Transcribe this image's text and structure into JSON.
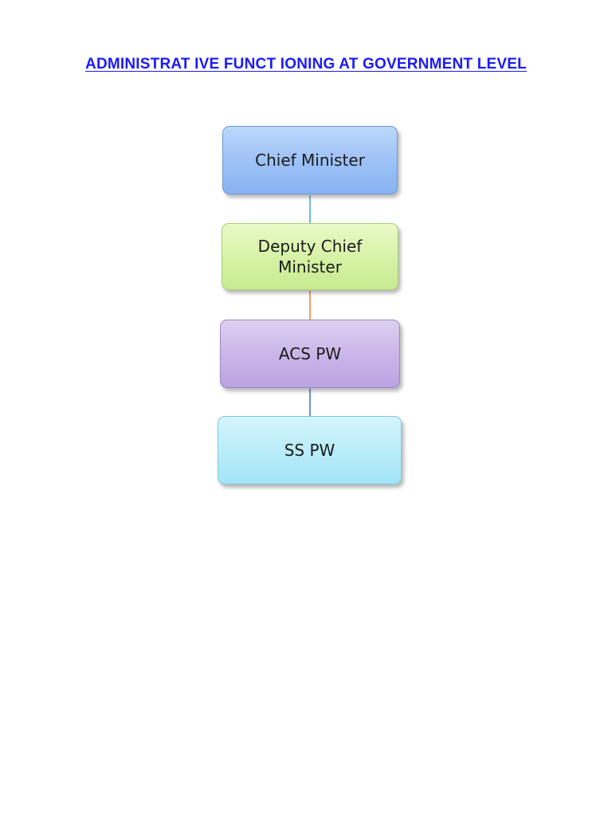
{
  "page": {
    "title": "ADMINISTRAT IVE FUNCT IONING AT GOVERNMENT LEVEL"
  },
  "diagram": {
    "type": "hierarchy",
    "nodes": [
      {
        "id": "chief-minister",
        "label": "Chief Minister",
        "fill": "#9cc1f6"
      },
      {
        "id": "deputy-chief-minister",
        "label": "Deputy Chief Minister",
        "fill": "#d6f2a5"
      },
      {
        "id": "acs-pw",
        "label": "ACS PW",
        "fill": "#c8b4e8"
      },
      {
        "id": "ss-pw",
        "label": "SS PW",
        "fill": "#b8ecf9"
      }
    ],
    "edges": [
      {
        "from": "chief-minister",
        "to": "deputy-chief-minister",
        "color": "#6bbfd8"
      },
      {
        "from": "deputy-chief-minister",
        "to": "acs-pw",
        "color": "#f0a05a"
      },
      {
        "from": "acs-pw",
        "to": "ss-pw",
        "color": "#6a8fd6"
      }
    ]
  },
  "colors": {
    "title": "#1a1aff"
  }
}
